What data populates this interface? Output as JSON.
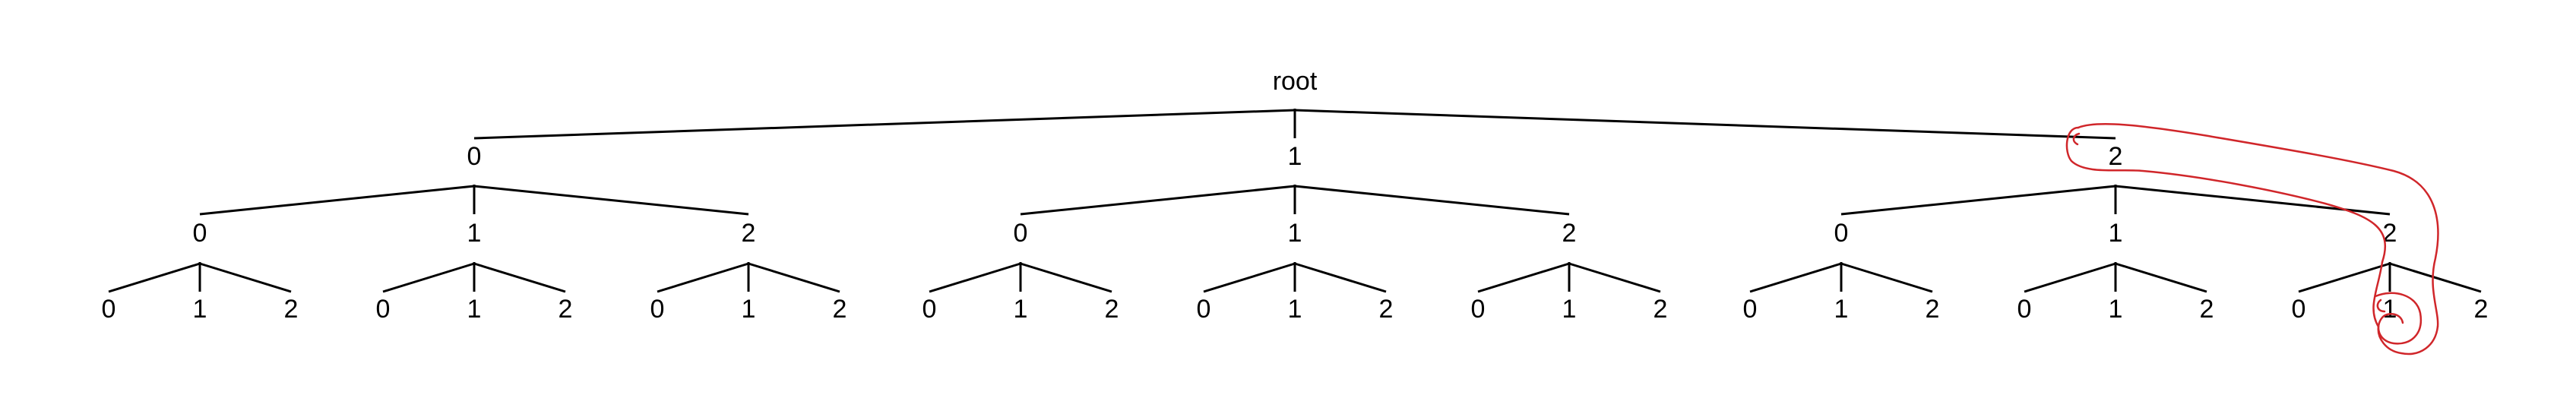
{
  "tree": {
    "root": {
      "label": "root",
      "children": [
        {
          "label": "0",
          "children": [
            {
              "label": "0",
              "children": [
                {
                  "label": "0"
                },
                {
                  "label": "1"
                },
                {
                  "label": "2"
                }
              ]
            },
            {
              "label": "1",
              "children": [
                {
                  "label": "0"
                },
                {
                  "label": "1"
                },
                {
                  "label": "2"
                }
              ]
            },
            {
              "label": "2",
              "children": [
                {
                  "label": "0"
                },
                {
                  "label": "1"
                },
                {
                  "label": "2"
                }
              ]
            }
          ]
        },
        {
          "label": "1",
          "children": [
            {
              "label": "0",
              "children": [
                {
                  "label": "0"
                },
                {
                  "label": "1"
                },
                {
                  "label": "2"
                }
              ]
            },
            {
              "label": "1",
              "children": [
                {
                  "label": "0"
                },
                {
                  "label": "1"
                },
                {
                  "label": "2"
                }
              ]
            },
            {
              "label": "2",
              "children": [
                {
                  "label": "0"
                },
                {
                  "label": "1"
                },
                {
                  "label": "2"
                }
              ]
            }
          ]
        },
        {
          "label": "2",
          "children": [
            {
              "label": "0",
              "children": [
                {
                  "label": "0"
                },
                {
                  "label": "1"
                },
                {
                  "label": "2"
                }
              ]
            },
            {
              "label": "1",
              "children": [
                {
                  "label": "0"
                },
                {
                  "label": "1"
                },
                {
                  "label": "2"
                }
              ]
            },
            {
              "label": "2",
              "children": [
                {
                  "label": "0"
                },
                {
                  "label": "1"
                },
                {
                  "label": "2"
                }
              ]
            }
          ]
        }
      ]
    }
  },
  "annotation": {
    "highlighted_path": [
      "2",
      "2",
      "1"
    ],
    "color": "#d0262a"
  },
  "colors": {
    "edge": "#000000",
    "text": "#000000",
    "background": "#ffffff"
  }
}
